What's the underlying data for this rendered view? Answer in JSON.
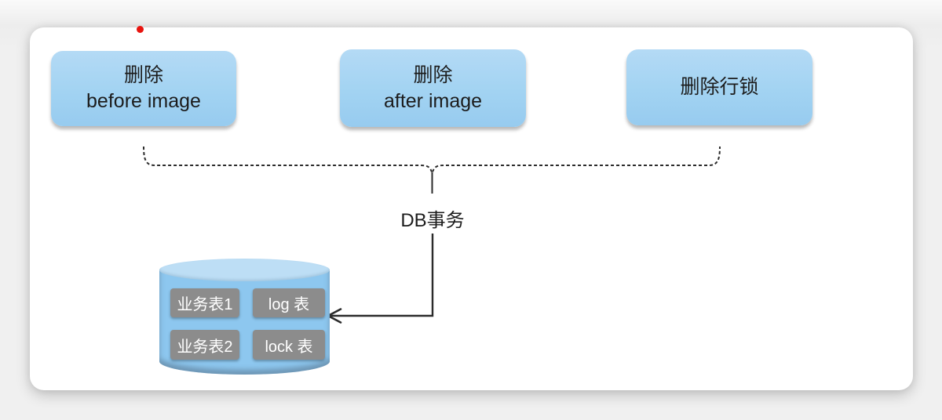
{
  "colors": {
    "page_bg": "#f0f0f0",
    "card_bg": "#ffffff",
    "node_fill": "#a2d3f2",
    "cylinder_body": "#8dc7ef",
    "cylinder_top": "#bddef5",
    "table_fill": "#8c8c8c",
    "table_text": "#ffffff",
    "line": "#2b2b2b",
    "dot": "#e8140f"
  },
  "diagram": {
    "top_boxes": [
      {
        "lines": [
          "删除",
          "before image"
        ]
      },
      {
        "lines": [
          "删除",
          "after image"
        ]
      },
      {
        "lines": [
          "删除行锁"
        ]
      }
    ],
    "brace_label": "DB事务",
    "database": {
      "tables": [
        "业务表1",
        "log 表",
        "业务表2",
        "lock 表"
      ]
    }
  }
}
